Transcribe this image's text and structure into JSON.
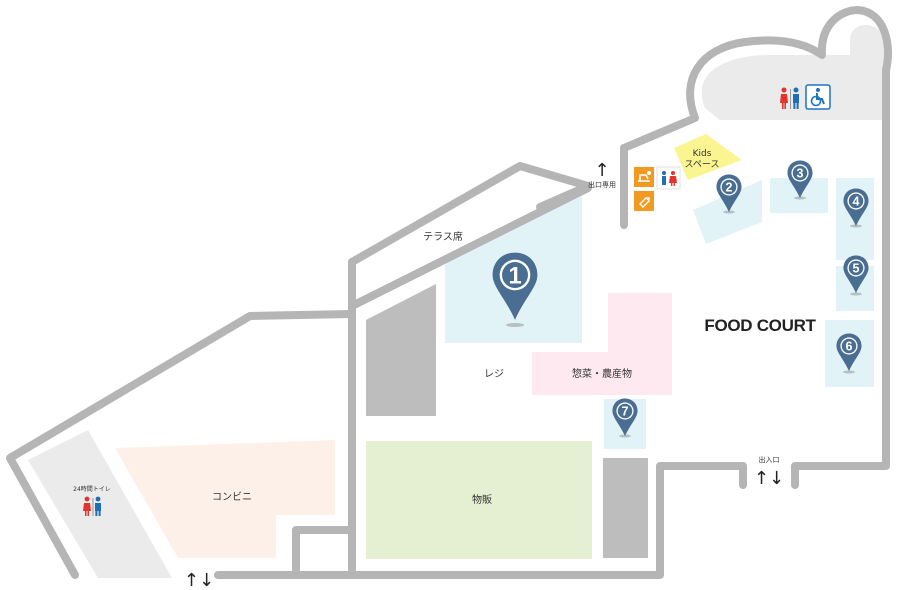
{
  "areas": {
    "terrace": "テラス席",
    "register": "レジ",
    "deli": "惣菜・農産物",
    "retail": "物販",
    "convenience": "コンビニ",
    "food_court": "FOOD COURT",
    "kids_line1": "Kids",
    "kids_line2": "スペース",
    "exit_only": "出口専用",
    "entrance": "出入口",
    "toilet_24h": "24時間トイレ"
  },
  "shops": [
    "1",
    "2",
    "3",
    "4",
    "5",
    "6",
    "7"
  ],
  "arrows": {
    "up": "↑",
    "both": "↑↓"
  },
  "icons": [
    "restroom-icon",
    "wheelchair-icon",
    "nursing-room-icon",
    "kids-restroom-icon",
    "coupon-icon"
  ],
  "colors": {
    "wall": "#b5b5b5",
    "floor_gray": "#ebebeb",
    "shop_blue": "#e1f3f6",
    "deli_pink": "#fde9ef",
    "retail_green": "#e5efd1",
    "convenience_peach": "#fdf0e8",
    "kids_yellow": "#fbf591",
    "service_gray": "#bdbdbd",
    "pin": "#4a6d92",
    "facility_orange": "#f09a22",
    "female_red": "#e4332a",
    "male_blue": "#1f6fb5",
    "accessible_blue": "#1e73be"
  }
}
